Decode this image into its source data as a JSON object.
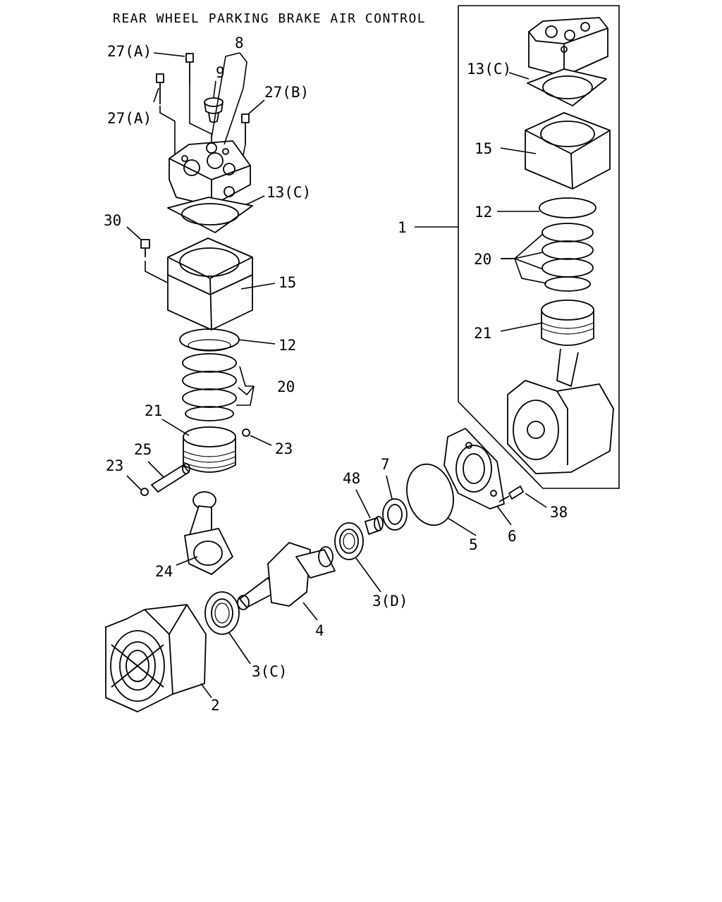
{
  "title": "REAR WHEEL PARKING BRAKE AIR CONTROL",
  "callouts": {
    "c27a_top": "27(A)",
    "c8": "8",
    "c9": "9",
    "c27b": "27(B)",
    "c27a_left": "27(A)",
    "c13c": "13(C)",
    "c30": "30",
    "c15": "15",
    "c12": "12",
    "c20": "20",
    "c21": "21",
    "c23_right": "23",
    "c25": "25",
    "c23_left": "23",
    "c24": "24",
    "c48": "48",
    "c7": "7",
    "c5": "5",
    "c6": "6",
    "c38": "38",
    "c3d": "3(D)",
    "c4": "4",
    "c3c": "3(C)",
    "c2": "2",
    "c1": "1",
    "box_13c": "13(C)",
    "box_15": "15",
    "box_12": "12",
    "box_20": "20",
    "box_21": "21"
  }
}
